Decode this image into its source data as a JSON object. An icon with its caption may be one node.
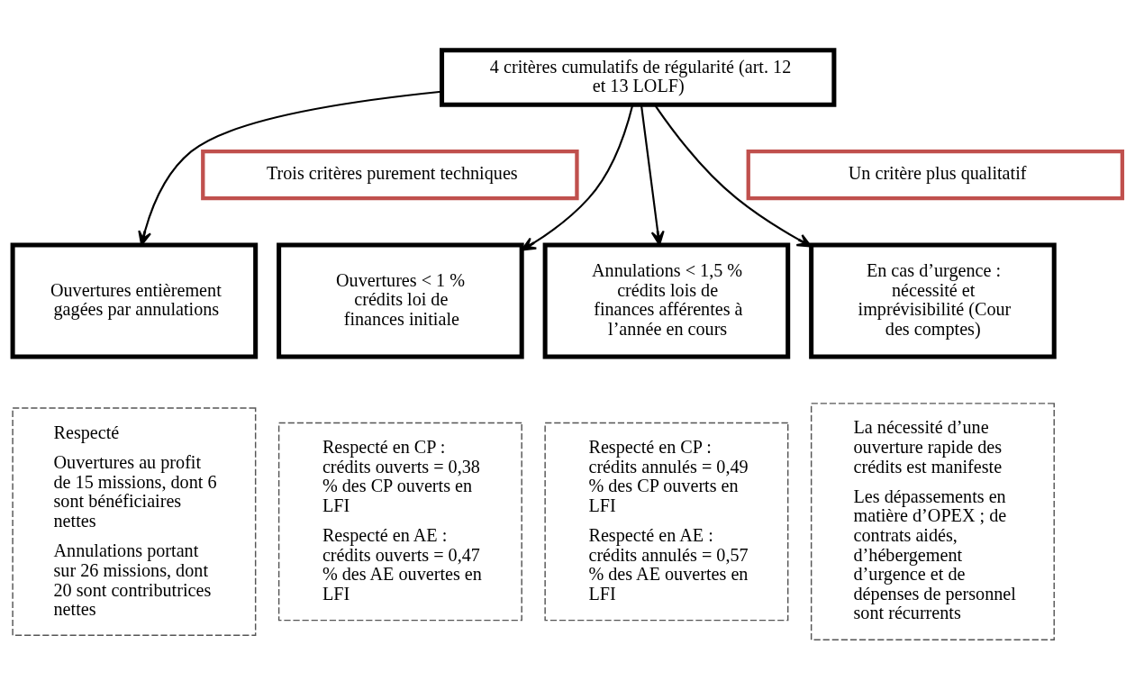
{
  "diagram": {
    "nodes": [
      {
        "text": [
          "4 critères cumulatifs de régularité (art. 12 et 13 LOLF)"
        ]
      },
      {
        "text": [
          "Trois critères purement techniques"
        ]
      },
      {
        "text": [
          "Un critère plus qualitatif"
        ]
      },
      {
        "text": [
          "Ouvertures entièrement gagées par annulations"
        ]
      },
      {
        "text": [
          "Ouvertures < 1 % crédits loi de finances initiale"
        ]
      },
      {
        "text": [
          "Annulations < 1,5 % crédits lois de finances afférentes à l’année en cours"
        ]
      },
      {
        "text": [
          "En cas d’urgence : nécessité et imprévisibilité (Cour des comptes)"
        ]
      },
      {
        "text": [
          "Respecté",
          "Ouvertures au profit de 15 missions, dont 6 sont bénéficiaires nettes",
          "Annulations portant sur 26 missions, dont 20 sont contributrices nettes"
        ]
      },
      {
        "text": [
          "Respecté en CP : crédits ouverts = 0,38 % des CP ouverts en LFI",
          "Respecté en AE : crédits ouverts = 0,47 % des AE ouvertes en LFI"
        ]
      },
      {
        "text": [
          "Respecté en CP : crédits annulés = 0,49 % des CP ouverts en LFI",
          "Respecté en AE : crédits annulés = 0,57 % des AE ouvertes en LFI"
        ]
      },
      {
        "text": [
          "La nécessité d’une ouverture rapide des crédits est manifeste",
          "Les dépassements en matière d’OPEX ; de contrats aidés, d’hébergement d’urgence et de dépenses de personnel sont récurrents"
        ]
      }
    ],
    "edges": [
      {
        "from": 0,
        "to": 3,
        "arrow": "to"
      },
      {
        "from": 0,
        "to": 4,
        "arrow": "to"
      },
      {
        "from": 0,
        "to": 5,
        "arrow": "to"
      },
      {
        "from": 0,
        "to": 6,
        "arrow": "to"
      }
    ]
  }
}
